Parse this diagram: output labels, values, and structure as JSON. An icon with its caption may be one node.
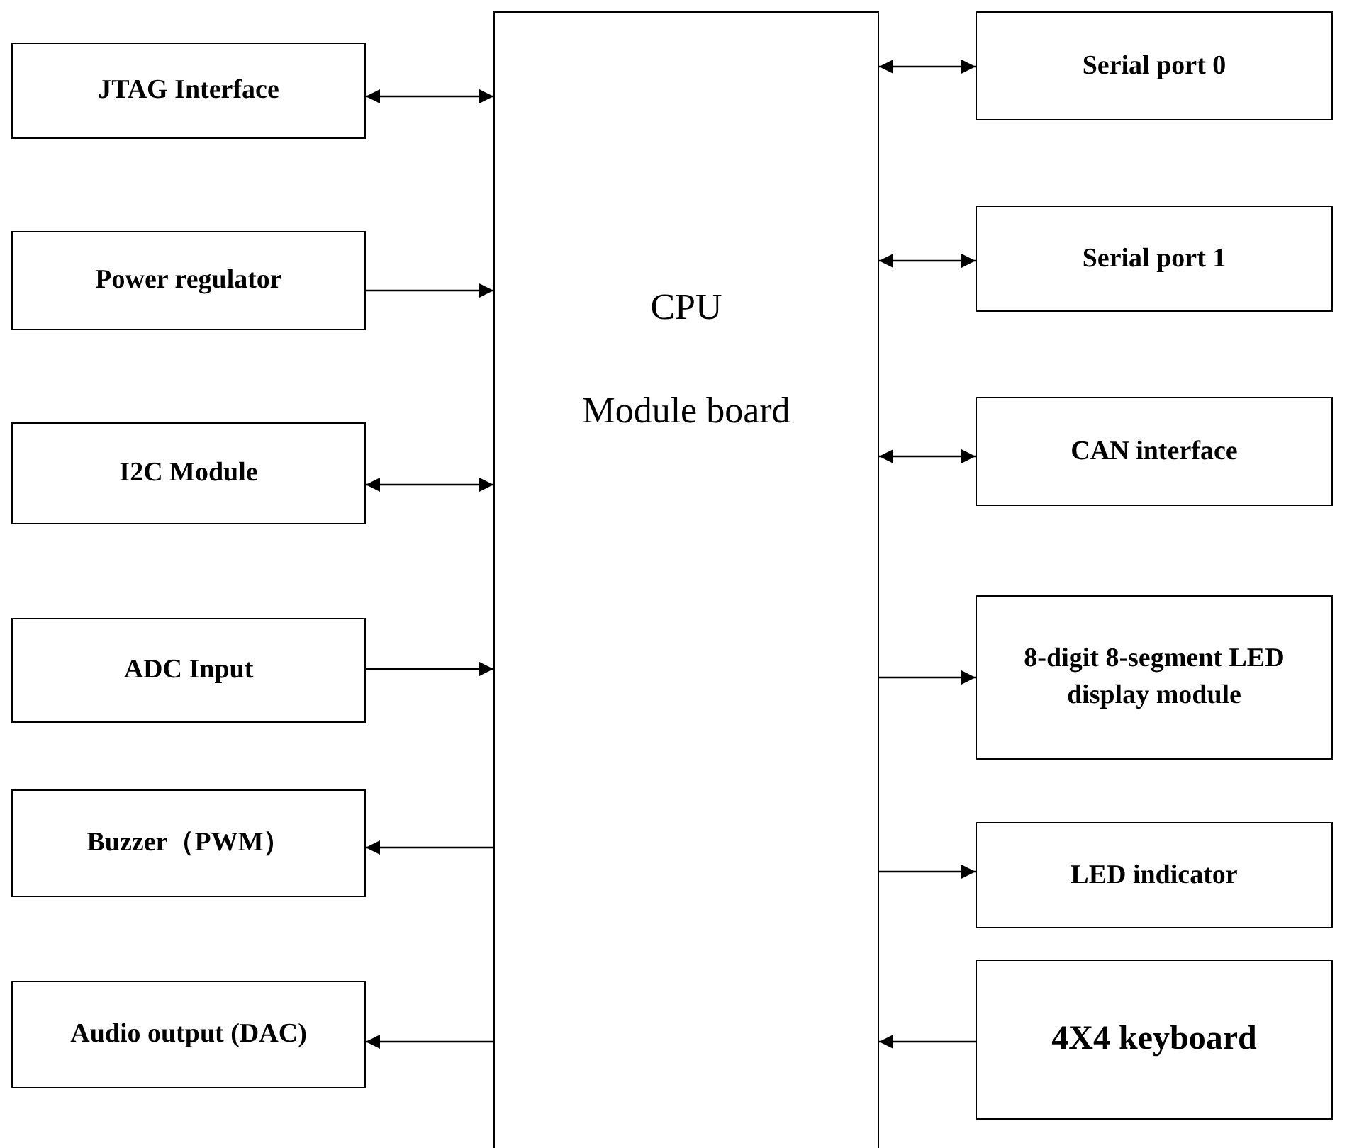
{
  "diagram": {
    "nodes": [
      {
        "text": [
          "CPU",
          "Module board"
        ]
      },
      {
        "text": [
          "JTAG Interface"
        ]
      },
      {
        "text": [
          "Power regulator"
        ]
      },
      {
        "text": [
          "I2C Module"
        ]
      },
      {
        "text": [
          "ADC Input"
        ]
      },
      {
        "text": [
          "Buzzer（PWM）"
        ]
      },
      {
        "text": [
          "Audio output (DAC)"
        ]
      },
      {
        "text": [
          "Serial port 0"
        ]
      },
      {
        "text": [
          "Serial port 1"
        ]
      },
      {
        "text": [
          "CAN interface"
        ]
      },
      {
        "text": [
          "8-digit 8-segment LED display module"
        ]
      },
      {
        "text": [
          "LED indicator"
        ]
      },
      {
        "text": [
          "4X4 keyboard"
        ]
      }
    ],
    "edges": [
      {
        "from": 1,
        "to": 0,
        "arrow": "both"
      },
      {
        "from": 2,
        "to": 0,
        "arrow": "to"
      },
      {
        "from": 3,
        "to": 0,
        "arrow": "both"
      },
      {
        "from": 4,
        "to": 0,
        "arrow": "to"
      },
      {
        "from": 0,
        "to": 5,
        "arrow": "to"
      },
      {
        "from": 0,
        "to": 6,
        "arrow": "to"
      },
      {
        "from": 0,
        "to": 7,
        "arrow": "both"
      },
      {
        "from": 0,
        "to": 8,
        "arrow": "both"
      },
      {
        "from": 0,
        "to": 9,
        "arrow": "both"
      },
      {
        "from": 0,
        "to": 10,
        "arrow": "to"
      },
      {
        "from": 0,
        "to": 11,
        "arrow": "to"
      },
      {
        "from": 12,
        "to": 0,
        "arrow": "to"
      }
    ]
  }
}
